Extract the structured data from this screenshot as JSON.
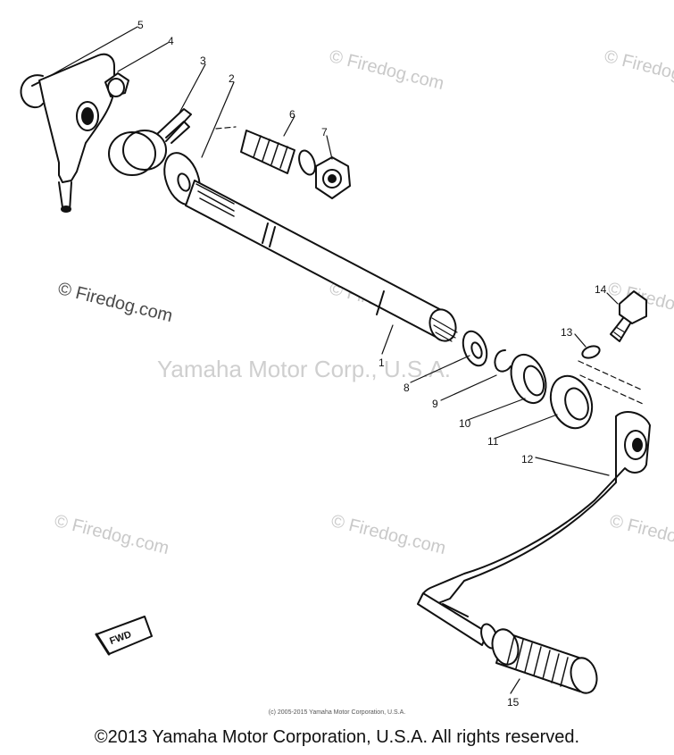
{
  "watermarks": {
    "main": "© Firedog.com",
    "tile": "© Firedog.com",
    "corp": "Yamaha Motor Corp., U.S.A."
  },
  "callouts": [
    "1",
    "2",
    "3",
    "4",
    "5",
    "6",
    "7",
    "8",
    "9",
    "10",
    "11",
    "12",
    "13",
    "14",
    "15"
  ],
  "fwd_mark": "FWD",
  "small_copyright": "(c) 2005-2015 Yamaha Motor Corporation, U.S.A.",
  "footer": "©2013 Yamaha Motor Corporation, U.S.A. All rights reserved."
}
